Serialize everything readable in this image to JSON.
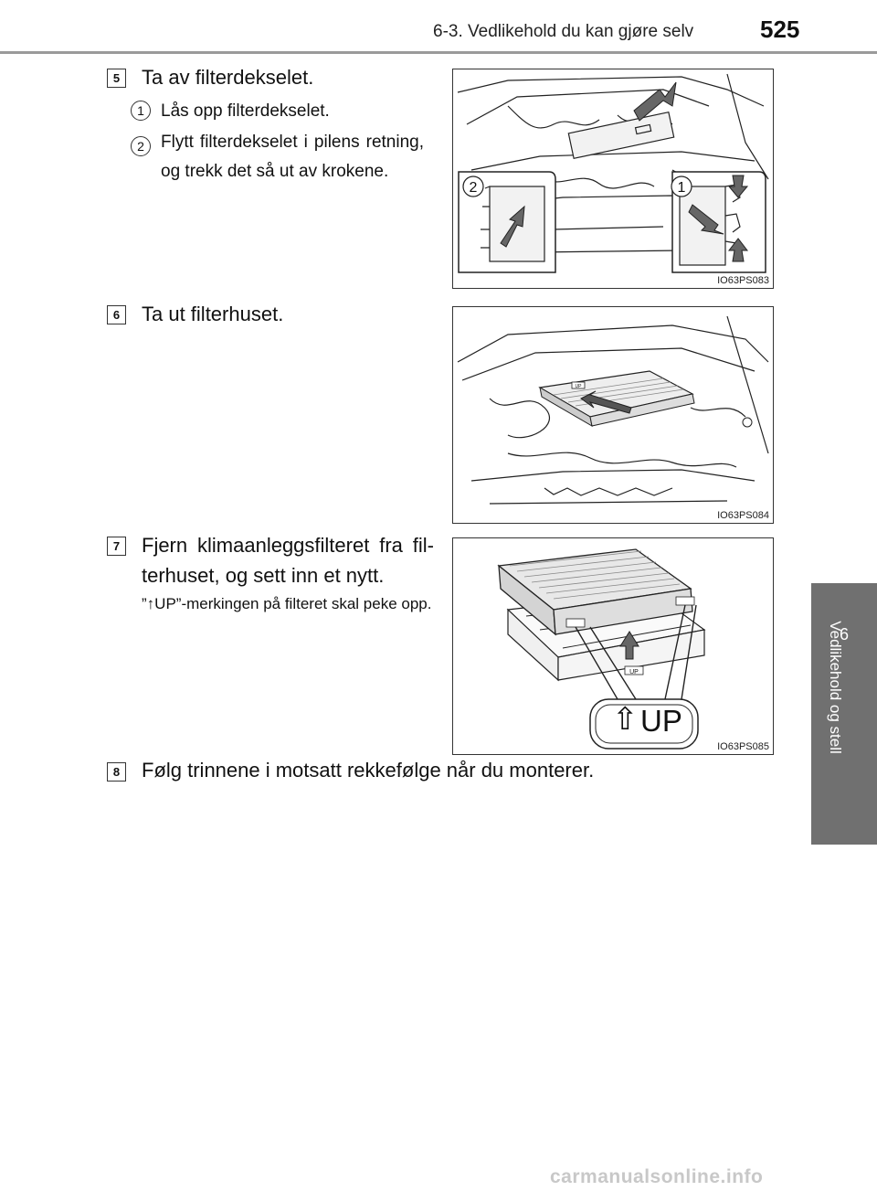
{
  "header": {
    "section_title": "6-3. Vedlikehold du kan gjøre selv",
    "page_number": "525"
  },
  "side_tab": {
    "chapter_number": "6",
    "chapter_label": "Vedlikehold og stell"
  },
  "steps": [
    {
      "number": "5",
      "text": "Ta av filterdekselet.",
      "substeps": [
        {
          "number": "1",
          "text": "Lås opp filterdekselet."
        },
        {
          "number": "2",
          "text": "Flytt filterdekselet i pilens retning, og trekk det så ut av krokene."
        }
      ],
      "figure": {
        "code": "IO63PS083",
        "callouts": [
          "2",
          "1"
        ]
      }
    },
    {
      "number": "6",
      "text": "Ta ut filterhuset.",
      "figure": {
        "code": "IO63PS084",
        "label": "UP"
      }
    },
    {
      "number": "7",
      "text": "Fjern klimaanleggsfilteret fra fil-terhuset, og sett inn et nytt.",
      "note_prefix": "”",
      "note_arrow": "↑",
      "note_rest": "UP”-merkingen på filteret skal peke opp.",
      "figure": {
        "code": "IO63PS085",
        "mark_arrow": "⇧",
        "mark_text": "UP",
        "small_label": "UP"
      }
    },
    {
      "number": "8",
      "text": "Følg trinnene i motsatt rekkefølge når du monterer."
    }
  ],
  "watermark": "carmanualsonline.info"
}
